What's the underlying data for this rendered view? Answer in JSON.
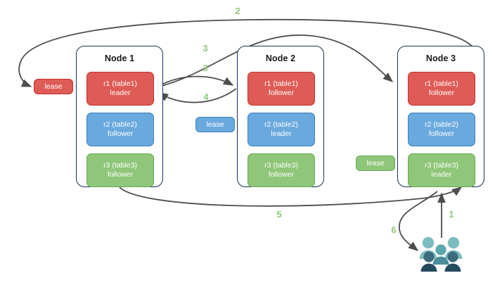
{
  "diagram": {
    "title": "raft-lease-placement-diagram",
    "colors": {
      "replica_red": "#de5b56",
      "replica_blue": "#6aa9dd",
      "replica_green": "#8fc679",
      "node_border": "#1b2f55",
      "step_label": "#8dc878",
      "arrow": "#4d4d4d",
      "people_light": "#7cbcc0",
      "people_dark": "#2f5567"
    },
    "nodes": [
      {
        "id": "node-1",
        "title": "Node 1",
        "replicas": [
          {
            "name": "r1 (table1)",
            "role": "leader",
            "color": "red"
          },
          {
            "name": "r2 (table2)",
            "role": "follower",
            "color": "blue"
          },
          {
            "name": "r3 (table3)",
            "role": "follower",
            "color": "green"
          }
        ]
      },
      {
        "id": "node-2",
        "title": "Node 2",
        "replicas": [
          {
            "name": "r1 (table1)",
            "role": "follower",
            "color": "red"
          },
          {
            "name": "r2 (table2)",
            "role": "leader",
            "color": "blue"
          },
          {
            "name": "r3 (table3)",
            "role": "follower",
            "color": "green"
          }
        ]
      },
      {
        "id": "node-3",
        "title": "Node 3",
        "replicas": [
          {
            "name": "r1 (table1)",
            "role": "follower",
            "color": "red"
          },
          {
            "name": "r2 (table2)",
            "role": "follower",
            "color": "blue"
          },
          {
            "name": "r3 (table3)",
            "role": "leader",
            "color": "green"
          }
        ]
      }
    ],
    "leases": [
      {
        "id": "lease-red",
        "label": "lease",
        "color": "red"
      },
      {
        "id": "lease-blue",
        "label": "lease",
        "color": "blue"
      },
      {
        "id": "lease-green",
        "label": "lease",
        "color": "green"
      }
    ],
    "steps": [
      {
        "id": "step-1",
        "label": "1"
      },
      {
        "id": "step-2",
        "label": "2"
      },
      {
        "id": "step-3a",
        "label": "3"
      },
      {
        "id": "step-3b",
        "label": "3"
      },
      {
        "id": "step-4",
        "label": "4"
      },
      {
        "id": "step-5",
        "label": "5"
      },
      {
        "id": "step-6",
        "label": "6"
      }
    ],
    "actor": {
      "id": "clients",
      "icon": "people-group-icon"
    }
  }
}
